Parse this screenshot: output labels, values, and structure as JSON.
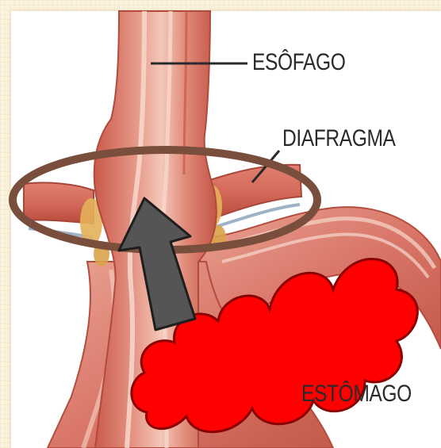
{
  "labels": {
    "esophagus": "ESÔFAGO",
    "diaphragm": "DIAFRAGMA",
    "stomach": "ESTÔMAGO"
  },
  "colors": {
    "tissue": "#d9776a",
    "tissue_dark": "#b94a3c",
    "tissue_light": "#f2c3b5",
    "fat": "#e3b15a",
    "ring": "#7a4e3c",
    "arrow": "#555555",
    "cloud": "#ff0000"
  },
  "icons": {
    "arrow": "up-arrow-icon",
    "hiatus_ring": "ellipse-outline",
    "hernia_cloud": "cloud-shape"
  }
}
